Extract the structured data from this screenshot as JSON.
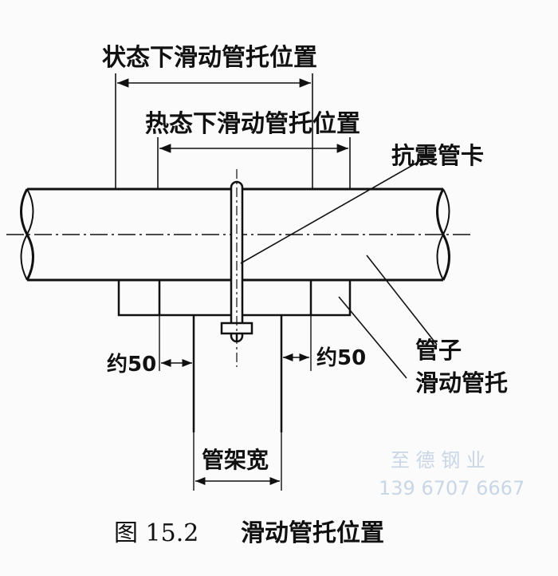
{
  "labels": {
    "cold_position": "状态下滑动管托位置",
    "hot_position": "热态下滑动管托位置",
    "seismic_clamp": "抗震管卡",
    "pipe": "管子",
    "sliding_support": "滑动管托",
    "approx_left": "约50",
    "approx_right": "约50",
    "rack_width": "管架宽"
  },
  "watermark": {
    "company": "至 德 钢 业",
    "phone": "139 6707 6667"
  },
  "caption": {
    "number": "图 15.2",
    "title": "滑动管托位置"
  },
  "colors": {
    "ink": "#111111",
    "watermark": "#c9d6e6",
    "paper": "#fbfbfb"
  }
}
